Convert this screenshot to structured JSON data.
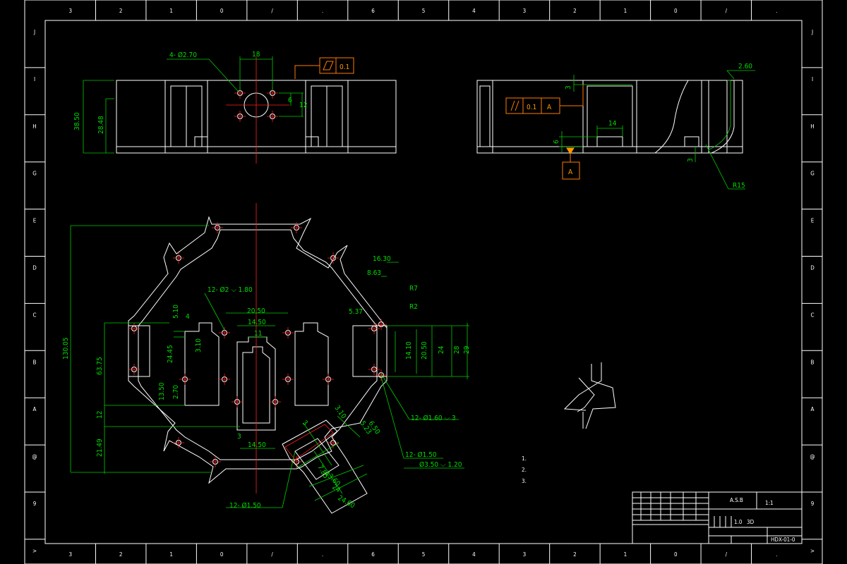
{
  "frame": {
    "col_labels": [
      "3",
      "2",
      "1",
      "0",
      "/",
      ".",
      "6",
      "5",
      "4",
      "3",
      "2",
      "1",
      "0",
      "/",
      "."
    ],
    "row_labels": [
      "J",
      "I",
      "H",
      "G",
      "E",
      "D",
      "C",
      "B",
      "A",
      "@",
      "9",
      ">"
    ]
  },
  "top_left_view": {
    "holes_note": "4- Ø2.70",
    "dim_18": "18",
    "dim_6": "6",
    "dim_12": "12",
    "dim_38_50": "38.50",
    "dim_28_48": "28.48",
    "flatness_value": "0.1"
  },
  "top_right_view": {
    "parallel_value": "0.1",
    "parallel_datum": "A",
    "datum_label": "A",
    "dim_3": "3",
    "dim_14": "14",
    "dim_6": "6",
    "dim_2_60": "2.60",
    "dim_3b": "3",
    "radius": "R15"
  },
  "plan_view": {
    "holes_12_2": "12- Ø2 ⌵ 1.80",
    "dim_20_50": "20.50",
    "dim_14_50_top": "14.50",
    "dim_11": "11",
    "dim_5_10": "5.10",
    "dim_4": "4",
    "dim_24_45": "24.45",
    "dim_3_10": "3.10",
    "dim_13_50": "13.50",
    "dim_2_70": "2.70",
    "dim_130_05": "130.05",
    "dim_63_75": "63.75",
    "dim_12": "12",
    "dim_21_49": "21.49",
    "dim_3": "3",
    "dim_14_50_bot": "14.50",
    "dim_16_30": "16.30",
    "dim_8_63": "8.63",
    "r7": "R7",
    "r2": "R2",
    "dim_5_37": "5.37",
    "dim_14_10": "14.10",
    "dim_20_50_r": "20.50",
    "dim_24": "24",
    "dim_28": "28",
    "dim_29": "29",
    "holes_12_1_60": "12- Ø1.60 ⌵ 3",
    "holes_12_1_50": "12- Ø1.50",
    "cbore": "Ø3.50 ⌵ 1.20",
    "holes_12_1_50_b": "12- Ø1.50",
    "dim_3_rot": "3",
    "dim_3_10_rot": "3.10",
    "dim_5_23": "5.23",
    "dim_6_50": "6.50",
    "dim_7_85": "7.85",
    "dim_13_60": "13.60",
    "dim_24_rot": "24",
    "dim_24_60": "24.60"
  },
  "notes": [
    "1.",
    "2.",
    "3."
  ],
  "title_block": {
    "cell_a": "A.S.B",
    "cell_b": "1:1",
    "cell_c": "1.0",
    "cell_d": "3D",
    "drawing_no": "HDX-01-0"
  }
}
